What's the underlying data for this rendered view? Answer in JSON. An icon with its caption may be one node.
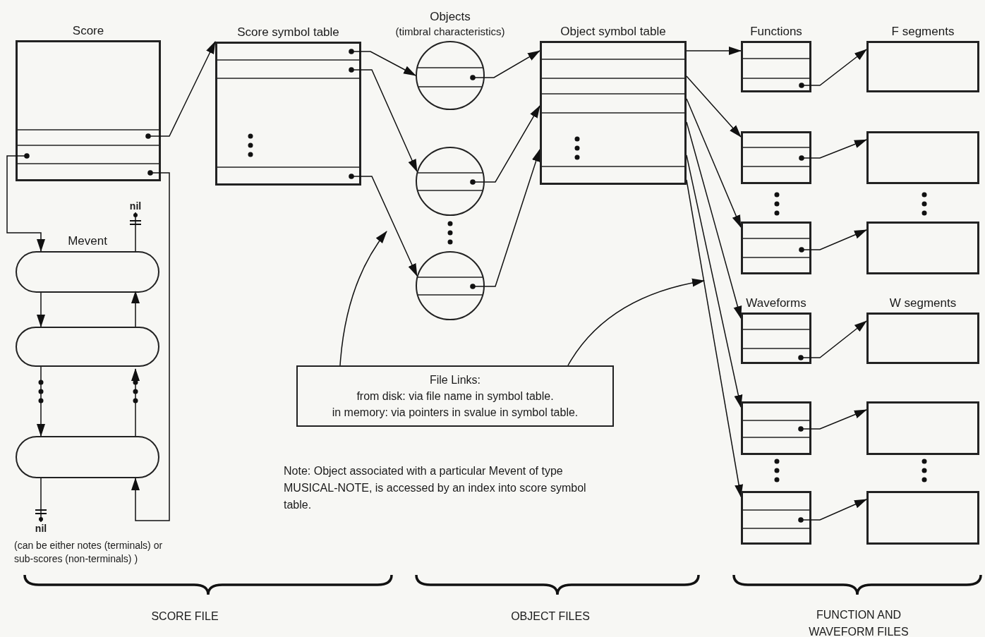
{
  "diagram": {
    "nodes": [
      {
        "text": [
          "Score"
        ]
      },
      {
        "text": [
          "Score symbol table"
        ]
      },
      {
        "text": [
          "Objects",
          "(timbral characteristics)"
        ]
      },
      {
        "text": [],
        "shape": "circle"
      },
      {
        "text": [],
        "shape": "circle"
      },
      {
        "text": [
          "Object symbol table"
        ]
      },
      {
        "text": [
          "Functions"
        ]
      },
      {
        "text": [],
        "shape": "box"
      },
      {
        "text": [],
        "shape": "box"
      },
      {
        "text": [
          "F segments"
        ]
      },
      {
        "text": [],
        "shape": "box"
      },
      {
        "text": [],
        "shape": "box"
      },
      {
        "text": [
          "Waveforms"
        ]
      },
      {
        "text": [],
        "shape": "box"
      },
      {
        "text": [],
        "shape": "box"
      },
      {
        "text": [
          "W segments"
        ]
      },
      {
        "text": [],
        "shape": "box"
      },
      {
        "text": [],
        "shape": "box"
      },
      {
        "text": [
          "Mevent"
        ]
      },
      {
        "text": [],
        "shape": "box"
      },
      {
        "text": [],
        "shape": "box"
      },
      {
        "text": [
          "File Links:",
          "from disk: via file name in symbol table.",
          "in memory: via pointers in svalue in symbol table."
        ]
      },
      {
        "text": [
          "nil"
        ]
      },
      {
        "text": [
          "nil"
        ],
        "beside": [
          "(can be either notes (terminals) or sub-scores (non-terminals) )"
        ]
      }
    ],
    "edges": [
      {
        "from": 0,
        "to": 1,
        "arrow": "to"
      },
      {
        "from": 0,
        "to": 18,
        "arrow": "to"
      },
      {
        "from": 0,
        "to": 20,
        "arrow": "to"
      },
      {
        "from": 18,
        "to": 19,
        "arrow": "to"
      },
      {
        "from": 19,
        "to": 18,
        "arrow": "to"
      },
      {
        "from": 19,
        "to": 20,
        "arrow": "to"
      },
      {
        "from": 20,
        "to": 19,
        "arrow": "to"
      },
      {
        "from": 18,
        "to": 22,
        "arrow": "other"
      },
      {
        "from": 20,
        "to": 23,
        "arrow": "other"
      },
      {
        "from": 1,
        "to": 2,
        "arrow": "to"
      },
      {
        "from": 1,
        "to": 3,
        "arrow": "to"
      },
      {
        "from": 1,
        "to": 4,
        "arrow": "to"
      },
      {
        "from": 2,
        "to": 5,
        "arrow": "to"
      },
      {
        "from": 3,
        "to": 5,
        "arrow": "to"
      },
      {
        "from": 4,
        "to": 5,
        "arrow": "to"
      },
      {
        "from": 5,
        "to": 6,
        "arrow": "to"
      },
      {
        "from": 5,
        "to": 7,
        "arrow": "to"
      },
      {
        "from": 5,
        "to": 8,
        "arrow": "to"
      },
      {
        "from": 5,
        "to": 12,
        "arrow": "to"
      },
      {
        "from": 5,
        "to": 13,
        "arrow": "to"
      },
      {
        "from": 5,
        "to": 14,
        "arrow": "to"
      },
      {
        "from": 6,
        "to": 9,
        "arrow": "to"
      },
      {
        "from": 7,
        "to": 10,
        "arrow": "to"
      },
      {
        "from": 8,
        "to": 11,
        "arrow": "to"
      },
      {
        "from": 12,
        "to": 15,
        "arrow": "to"
      },
      {
        "from": 13,
        "to": 16,
        "arrow": "to"
      },
      {
        "from": 14,
        "to": 17,
        "arrow": "to"
      },
      {
        "from": 21,
        "to": null,
        "arrow": "to"
      },
      {
        "from": 21,
        "to": null,
        "arrow": "to"
      }
    ],
    "labels": [
      "Note: Object associated with a particular Mevent of type MUSICAL-NOTE, is accessed by an index into score symbol table.",
      "SCORE FILE",
      "OBJECT FILES",
      "FUNCTION AND WAVEFORM FILES"
    ]
  }
}
